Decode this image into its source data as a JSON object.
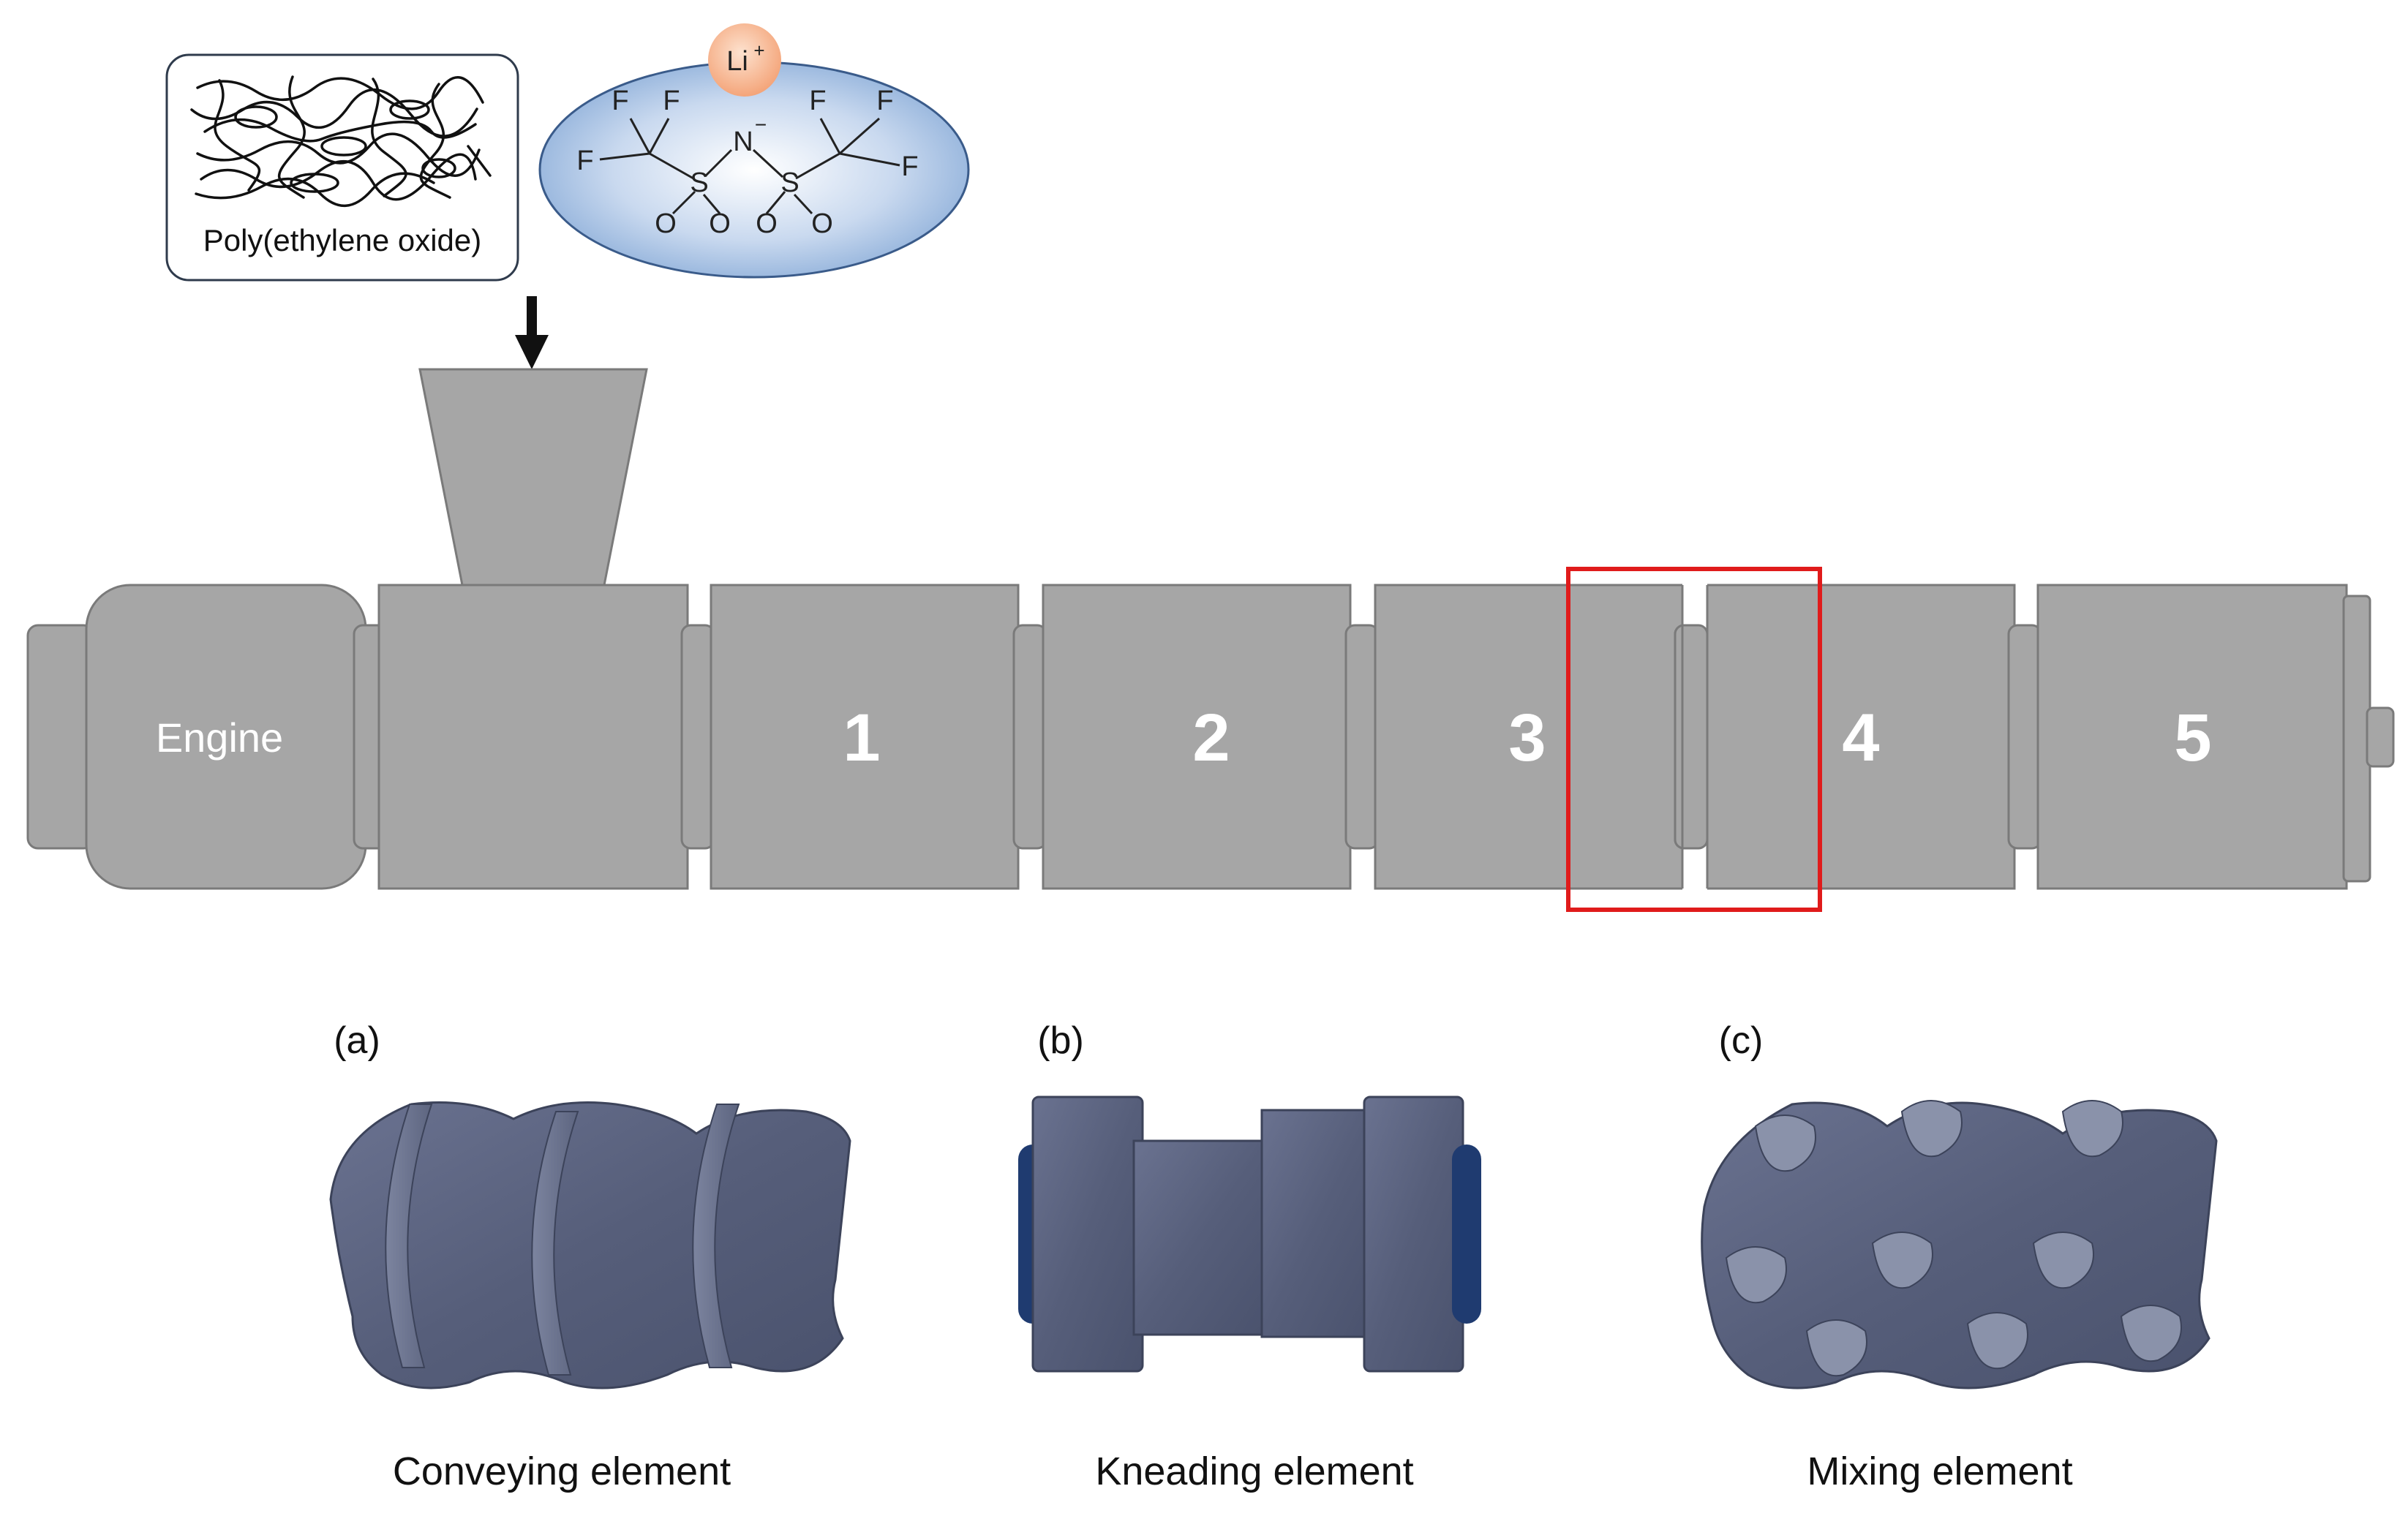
{
  "feed": {
    "polymer_label": "Poly(ethylene oxide)",
    "salt": {
      "cation": "Li",
      "cation_charge": "+",
      "anion_center": "N",
      "anion_charge": "−",
      "sulfur": "S",
      "oxygen": "O",
      "fluorine": "F"
    }
  },
  "extruder": {
    "engine_label": "Engine",
    "zones": [
      "1",
      "2",
      "3",
      "4",
      "5"
    ],
    "highlight_color": "#e01b1b",
    "barrel_color": "#a6a6a6"
  },
  "elements": [
    {
      "tag": "(a)",
      "caption": "Conveying element"
    },
    {
      "tag": "(b)",
      "caption": "Kneading element"
    },
    {
      "tag": "(c)",
      "caption": "Mixing element"
    }
  ]
}
